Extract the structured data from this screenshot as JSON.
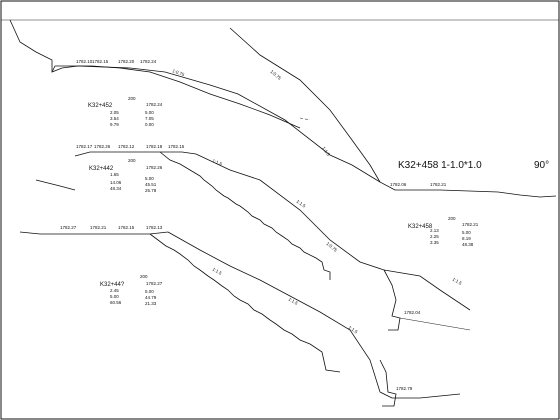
{
  "title": "K32+458 1-1.0*1.0",
  "title_suffix": "90°",
  "sections": [
    {
      "station": "K32+452",
      "lines": [
        "200",
        "1782.24",
        "2.05",
        "5.00",
        "3.54",
        "7.05",
        "9.79",
        "0.00"
      ]
    },
    {
      "station": "K32+442",
      "lines": [
        "200",
        "1782.26",
        "1.65",
        "5.00",
        "14.06",
        "45.51",
        "48.34",
        "25.78"
      ]
    },
    {
      "station": "K32+44?",
      "lines": [
        "200",
        "1782.27",
        "2.45",
        "5.00",
        "5.00",
        "44.79",
        "60.56",
        "21.33"
      ]
    },
    {
      "station": "K32+458",
      "lines": [
        "200",
        "1782.21",
        "2.13",
        "5.00",
        "2.25",
        "8.19",
        "3.35",
        "48.38"
      ]
    }
  ],
  "slope_labels": [
    "1:0.75",
    "1:0.75",
    "1:1.5",
    "1:1.5",
    "1:1.5",
    "1:0.75",
    "1:1.5",
    "1:1.5",
    "1:1.5",
    "1:1.5"
  ],
  "point_labels": [
    "1782.10",
    "1782.15",
    "1782.20",
    "1782.24",
    "1782.17",
    "1782.26",
    "1782.12",
    "1782.18",
    "1782.15",
    "1782.27",
    "1782.21",
    "1782.15",
    "1782.13",
    "1782.06",
    "1782.21",
    "1782.04",
    "1782.79"
  ]
}
